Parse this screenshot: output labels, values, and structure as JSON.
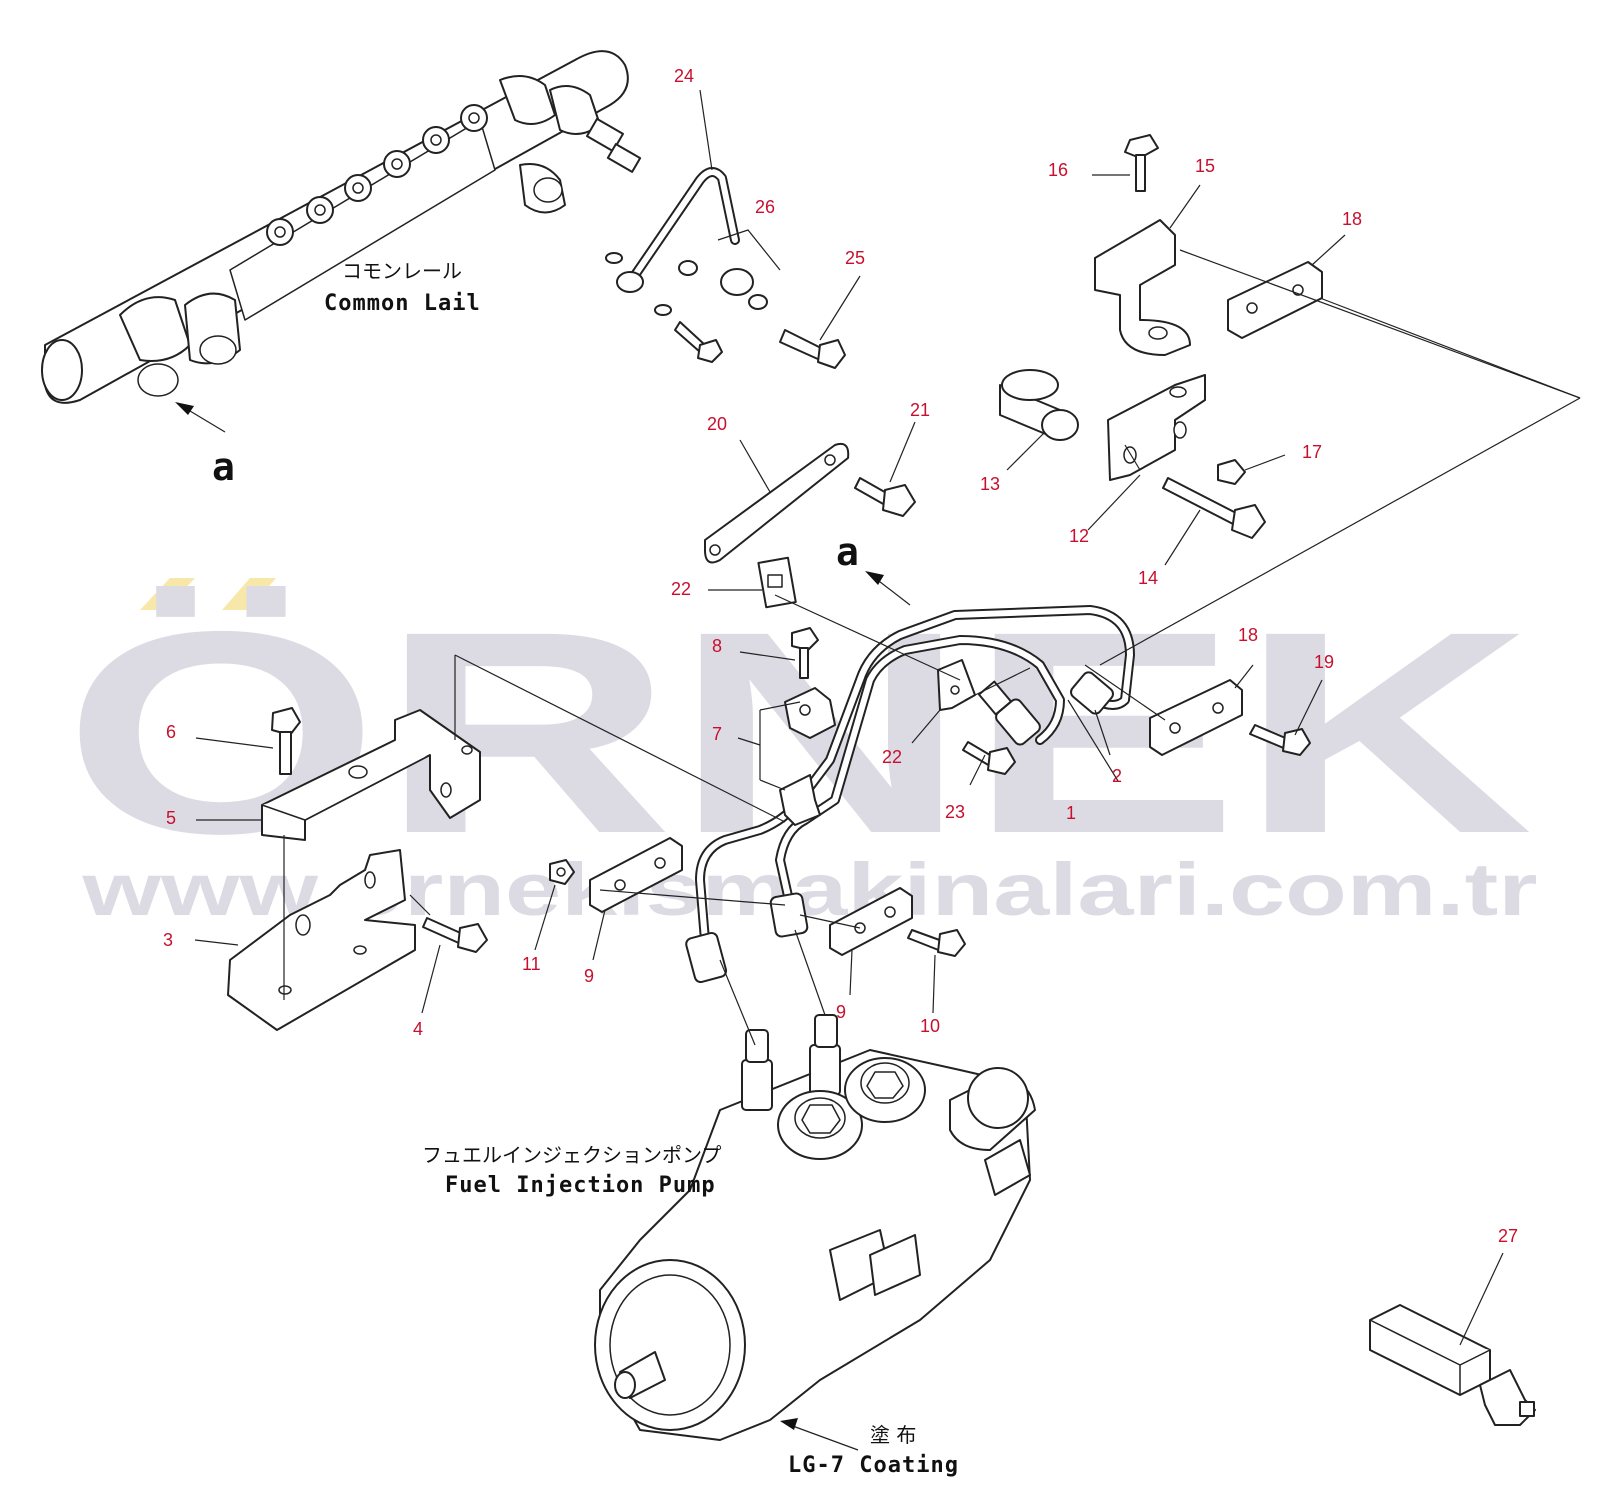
{
  "watermark": {
    "brand": "ÖRNEK",
    "url": "www.ornekismakinalari.com.tr",
    "accent_color": "#f5e6a6",
    "text_color": "#dcdbe3"
  },
  "assembly_labels": {
    "common_rail_jp": "コモンレール",
    "common_rail_en": "Common Lail",
    "fuel_pump_jp": "フュエルインジェクションポンプ",
    "fuel_pump_en": "Fuel Injection Pump",
    "coating_jp": "塗 布",
    "coating_en": "LG-7 Coating",
    "view_marker": "a"
  },
  "callouts": [
    "1",
    "2",
    "3",
    "4",
    "5",
    "6",
    "7",
    "8",
    "9",
    "9",
    "10",
    "11",
    "12",
    "13",
    "14",
    "15",
    "16",
    "17",
    "18",
    "18",
    "19",
    "20",
    "21",
    "22",
    "22",
    "23",
    "24",
    "25",
    "26",
    "27"
  ],
  "colors": {
    "callout": "#c8102e",
    "line": "#222222"
  }
}
